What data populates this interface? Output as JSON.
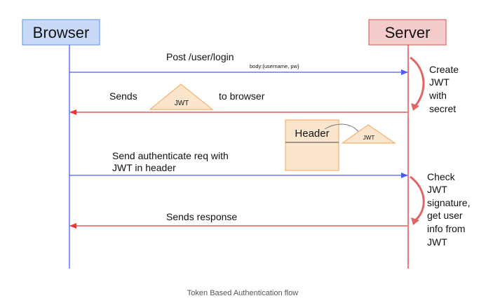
{
  "participants": {
    "browser": "Browser",
    "server": "Server"
  },
  "messages": {
    "login": {
      "label": "Post /user/login",
      "body": "body:{username, pw}"
    },
    "sends_jwt": {
      "before": "Sends",
      "token": "JWT",
      "after": "to browser"
    },
    "auth_request": {
      "line1": "Send authenticate req with",
      "line2": "JWT in header"
    },
    "response": {
      "label": "Sends response"
    }
  },
  "header_box": {
    "label": "Header",
    "token": "JWT"
  },
  "server_notes": {
    "create": [
      "Create",
      "JWT",
      "with",
      "secret"
    ],
    "check": [
      "Check",
      "JWT",
      "signature,",
      "get user",
      "info from",
      "JWT"
    ]
  },
  "caption": "Token Based Authentication flow",
  "colors": {
    "browser_fill": "#c9daf8",
    "browser_border": "#6d9eeb",
    "server_fill": "#f4cccc",
    "server_border": "#e06666",
    "request_arrow": "#4a5bff",
    "response_arrow": "#e0393e",
    "token_fill": "#fce5cd",
    "token_border": "#f6b26b"
  }
}
